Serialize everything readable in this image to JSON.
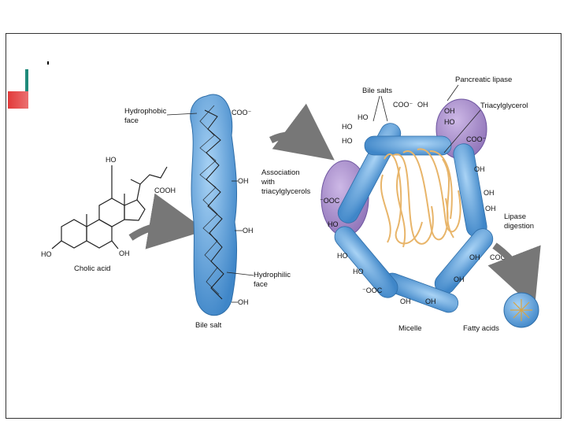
{
  "figure": {
    "labels": {
      "hydrophobic_face": [
        "Hydrophobic",
        "face"
      ],
      "hydrophilic_face": [
        "Hydrophilic",
        "face"
      ],
      "cholic_acid": "Cholic acid",
      "bile_salt": "Bile salt",
      "association": [
        "Association",
        "with",
        "triacylglycerols"
      ],
      "bile_salts": "Bile salts",
      "pancreatic_lipase": "Pancreatic lipase",
      "triacylglycerol": "Triacylglycerol",
      "lipase_digestion": [
        "Lipase",
        "digestion"
      ],
      "micelle": "Micelle",
      "fatty_acids": "Fatty acids"
    },
    "groups": {
      "oh": "OH",
      "ho": "HO",
      "coo": "COO⁻",
      "ooc": "⁻OOC",
      "cooh": "COOH"
    },
    "colors": {
      "bile_blue": "#4f9ad8",
      "lipase_purple": "#a48ac4",
      "fat_yellow": "#f0c27a",
      "arrow_gray": "#7a7a7a"
    }
  }
}
